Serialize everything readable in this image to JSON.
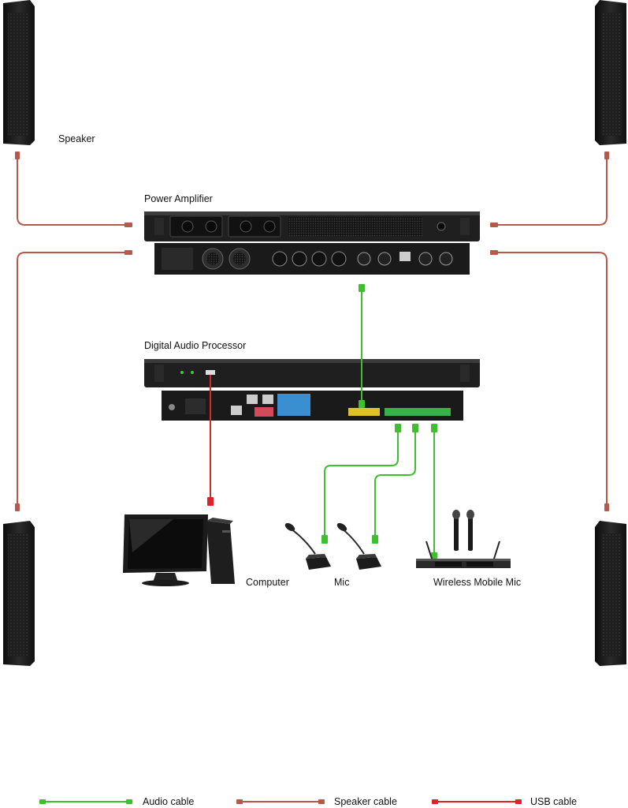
{
  "labels": {
    "speaker": "Speaker",
    "power_amplifier": "Power Amplifier",
    "digital_audio_processor": "Digital Audio Processor",
    "computer": "Computer",
    "mic": "Mic",
    "wireless_mobile_mic": "Wireless Mobile Mic"
  },
  "legend": [
    {
      "label": "Audio cable",
      "color": "#3fbf2f"
    },
    {
      "label": "Speaker cable",
      "color": "#b8584a"
    },
    {
      "label": "USB cable",
      "color": "#d8262a"
    }
  ],
  "colors": {
    "audio_cable": "#3fbf2f",
    "speaker_cable": "#b8584a",
    "usb_cable": "#d8262a",
    "device_body": "#1c1c1c"
  },
  "icons": [
    "column-speaker-icon",
    "rack-amplifier-icon",
    "rack-processor-icon",
    "desktop-computer-icon",
    "gooseneck-mic-icon",
    "wireless-mic-receiver-icon"
  ]
}
